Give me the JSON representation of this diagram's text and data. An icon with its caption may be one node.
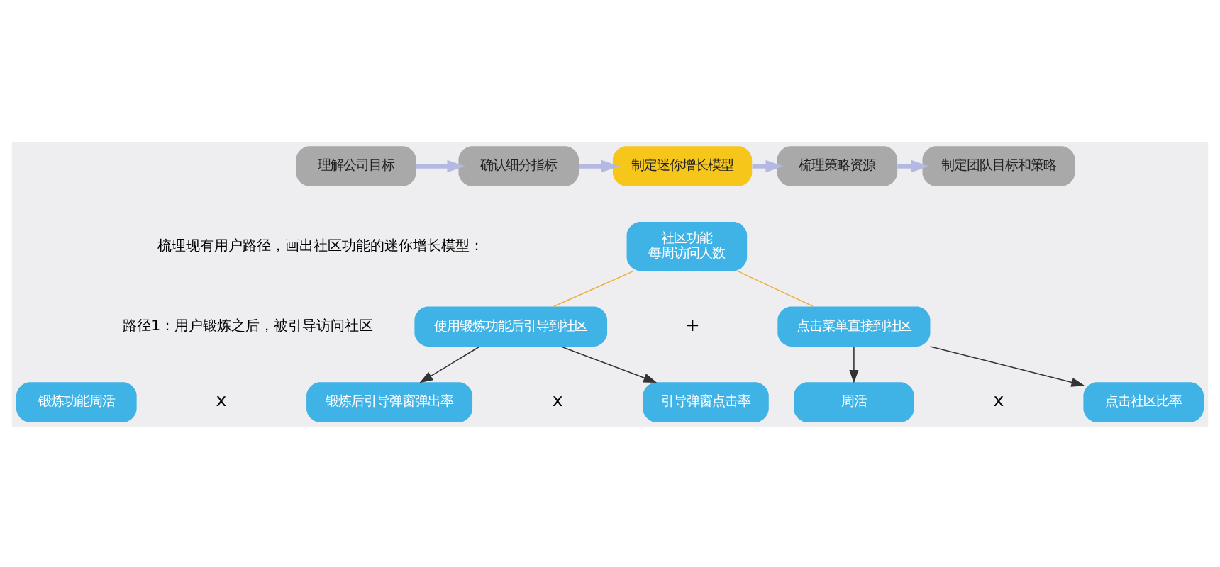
{
  "diagram": {
    "nodes": [
      {
        "text": [
          "理解公司目标"
        ]
      },
      {
        "text": [
          "确认细分指标"
        ]
      },
      {
        "text": [
          "制定迷你增长模型"
        ]
      },
      {
        "text": [
          "梳理策略资源"
        ]
      },
      {
        "text": [
          "制定团队目标和策略"
        ]
      },
      {
        "text": [
          "社区功能",
          "每周访问人数"
        ]
      },
      {
        "text": [
          "使用锻炼功能后引导到社区"
        ]
      },
      {
        "text": [
          "点击菜单直接到社区"
        ]
      },
      {
        "text": [
          "锻炼功能周活"
        ]
      },
      {
        "text": [
          "锻炼后引导弹窗弹出率"
        ]
      },
      {
        "text": [
          "引导弹窗点击率"
        ]
      },
      {
        "text": [
          "周活"
        ]
      },
      {
        "text": [
          "点击社区比率"
        ]
      }
    ],
    "edges": [
      {
        "from": 0,
        "to": 1,
        "arrow": "to",
        "style": "thick",
        "color": "#b4b9e2"
      },
      {
        "from": 1,
        "to": 2,
        "arrow": "to",
        "style": "thick",
        "color": "#b4b9e2"
      },
      {
        "from": 2,
        "to": 3,
        "arrow": "to",
        "style": "thick",
        "color": "#b4b9e2"
      },
      {
        "from": 3,
        "to": 4,
        "arrow": "to",
        "style": "thick",
        "color": "#b4b9e2"
      },
      {
        "from": 5,
        "to": 6,
        "arrow": "none",
        "color": "#f0b03c"
      },
      {
        "from": 5,
        "to": 7,
        "arrow": "none",
        "color": "#f0b03c"
      },
      {
        "from": 6,
        "to": 9,
        "arrow": "to",
        "color": "#333333"
      },
      {
        "from": 6,
        "to": 10,
        "arrow": "to",
        "color": "#333333"
      },
      {
        "from": 7,
        "to": 11,
        "arrow": "to",
        "color": "#333333"
      },
      {
        "from": 7,
        "to": 12,
        "arrow": "to",
        "color": "#333333"
      }
    ],
    "labels": [
      "梳理现有用户路径，画出社区功能的迷你增长模型：",
      "路径1：用户锻炼之后，被引导访问社区",
      "+",
      "x",
      "x",
      "x"
    ]
  }
}
